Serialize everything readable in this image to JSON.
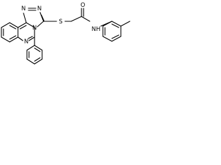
{
  "molecule": {
    "atoms": {
      "n_triazole_top": "N",
      "n_triazole_right": "N",
      "n_triazole_mid": "N",
      "n_quinaz": "N",
      "s_thioether": "S",
      "o_carbonyl": "O",
      "nh_amide": "NH"
    }
  }
}
